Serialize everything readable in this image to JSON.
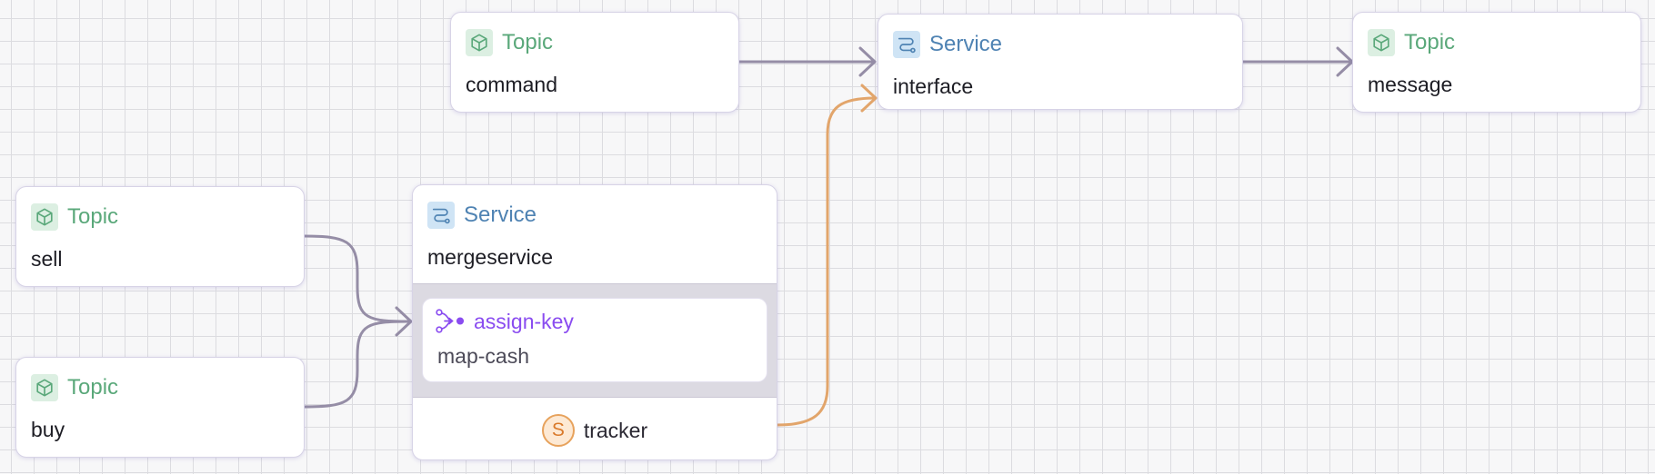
{
  "colors": {
    "edge": "#958da6",
    "state_edge": "#e2a56b",
    "topic_accent": "#5aa87a",
    "service_accent": "#4f83b3",
    "operator_accent": "#8a4cf0"
  },
  "nodes": {
    "topic_command": {
      "type": "Topic",
      "name": "command",
      "icon": "cube-icon"
    },
    "service_interface": {
      "type": "Service",
      "name": "interface",
      "icon": "service-route-icon"
    },
    "topic_message": {
      "type": "Topic",
      "name": "message",
      "icon": "cube-icon"
    },
    "topic_sell": {
      "type": "Topic",
      "name": "sell",
      "icon": "cube-icon"
    },
    "topic_buy": {
      "type": "Topic",
      "name": "buy",
      "icon": "cube-icon"
    },
    "service_mergeservice": {
      "type": "Service",
      "name": "mergeservice",
      "icon": "service-route-icon",
      "operator": {
        "type": "assign-key",
        "name": "map-cash",
        "icon": "assign-key-icon"
      },
      "state": {
        "badge": "S",
        "name": "tracker"
      }
    }
  },
  "edges": [
    {
      "from": "topic_command",
      "to": "service_interface",
      "kind": "data"
    },
    {
      "from": "service_interface",
      "to": "topic_message",
      "kind": "data"
    },
    {
      "from": "topic_sell",
      "to": "service_mergeservice",
      "kind": "data"
    },
    {
      "from": "topic_buy",
      "to": "service_mergeservice",
      "kind": "data"
    },
    {
      "from": "service_mergeservice.tracker",
      "to": "service_interface",
      "kind": "state"
    }
  ]
}
